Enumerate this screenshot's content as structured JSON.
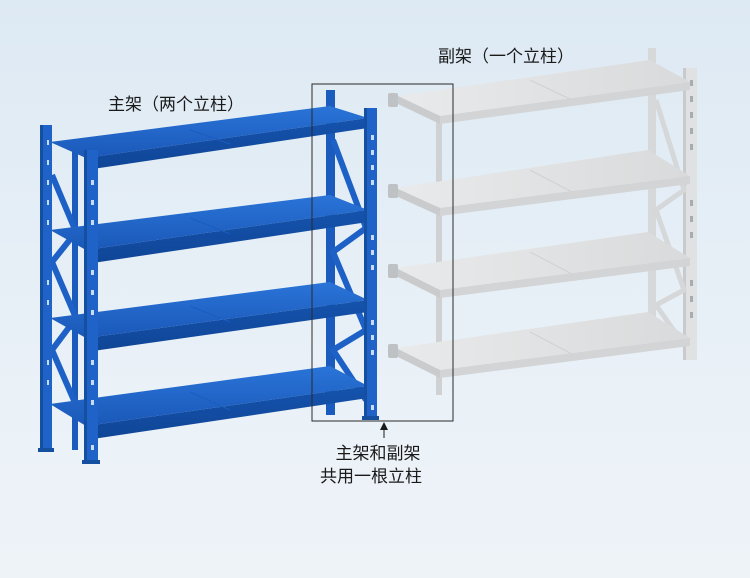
{
  "labels": {
    "main_rack": "主架（两个立柱）",
    "sub_rack": "副架（一个立柱）",
    "shared_line1": "主架和副架",
    "shared_line2": "共用一根立柱"
  },
  "colors": {
    "main_rack_blue": "#1f63c9",
    "sub_rack_white": "#e6e7e8",
    "background": "#e2ecf5"
  },
  "icons": {
    "pointer": "arrow-up-icon"
  }
}
